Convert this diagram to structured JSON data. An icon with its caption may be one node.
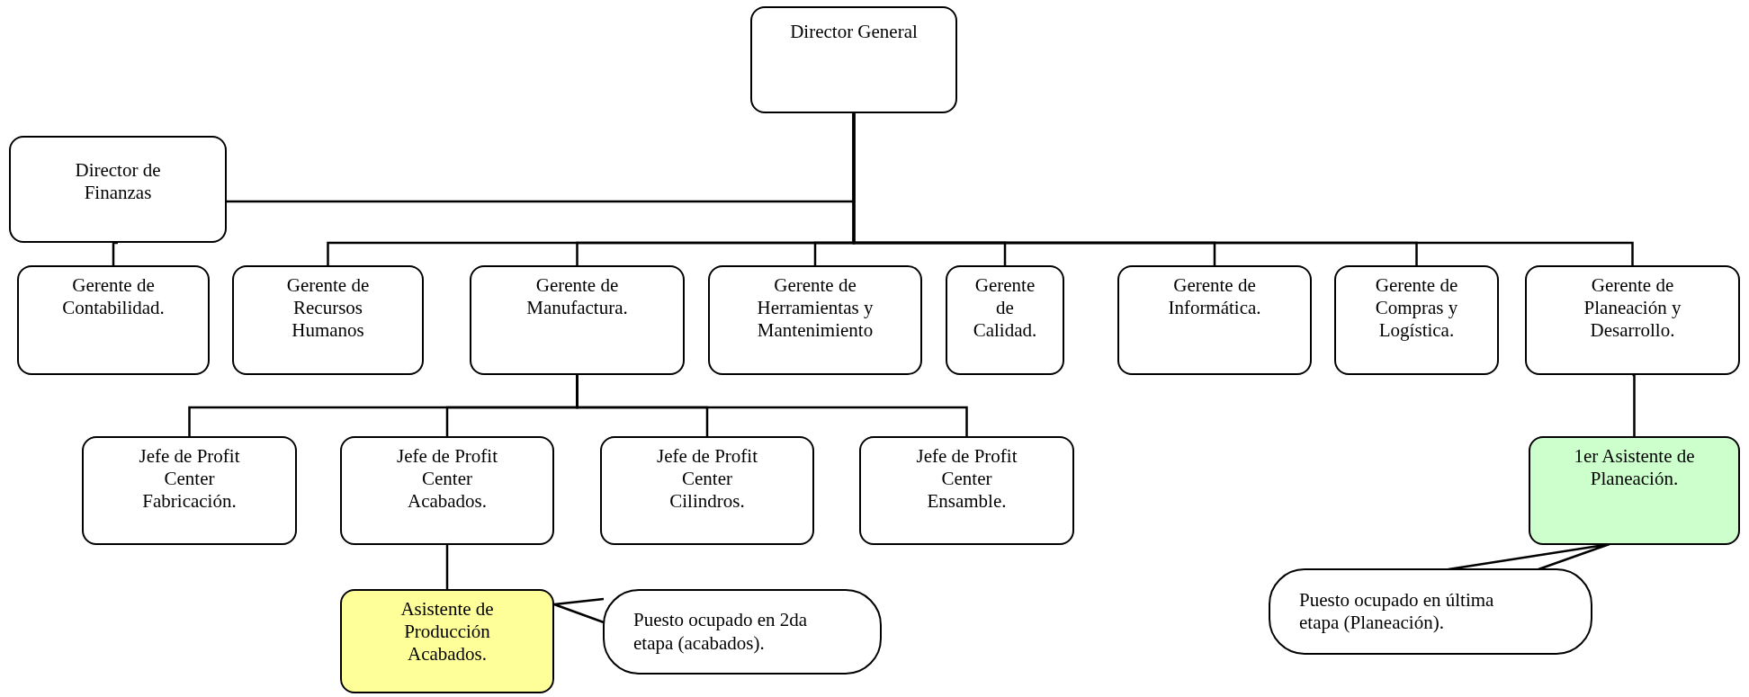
{
  "diagram": {
    "nodes": [
      {
        "text": [
          "Director General"
        ]
      },
      {
        "text": [
          "Director de Finanzas"
        ]
      },
      {
        "text": [
          "Gerente de Contabilidad."
        ]
      },
      {
        "text": [
          "Gerente de Recursos Humanos"
        ]
      },
      {
        "text": [
          "Gerente de Manufactura."
        ]
      },
      {
        "text": [
          "Gerente de Herramientas y Mantenimiento"
        ]
      },
      {
        "text": [
          "Gerente de Calidad."
        ]
      },
      {
        "text": [
          "Gerente de Informática."
        ]
      },
      {
        "text": [
          "Gerente de Compras y Logística."
        ]
      },
      {
        "text": [
          "Gerente de Planeación y Desarrollo."
        ]
      },
      {
        "text": [
          "Jefe de Profit Center Fabricación."
        ]
      },
      {
        "text": [
          "Jefe de Profit Center Acabados."
        ]
      },
      {
        "text": [
          "Jefe de Profit Center Cilindros."
        ]
      },
      {
        "text": [
          "Jefe de Profit Center Ensamble."
        ]
      },
      {
        "text": [
          "1er Asistente de Planeación."
        ]
      },
      {
        "text": [
          "Asistente de Producción Acabados."
        ]
      },
      {
        "text": [
          "Puesto ocupado en 2da etapa (acabados)."
        ]
      },
      {
        "text": [
          "Puesto ocupado en última etapa (Planeación)."
        ]
      }
    ],
    "edges": [
      {
        "from": 0,
        "to": 1,
        "arrow": "none"
      },
      {
        "from": 0,
        "to": 3,
        "arrow": "none"
      },
      {
        "from": 0,
        "to": 4,
        "arrow": "none"
      },
      {
        "from": 0,
        "to": 5,
        "arrow": "none"
      },
      {
        "from": 0,
        "to": 6,
        "arrow": "none"
      },
      {
        "from": 0,
        "to": 7,
        "arrow": "none"
      },
      {
        "from": 0,
        "to": 8,
        "arrow": "none"
      },
      {
        "from": 0,
        "to": 9,
        "arrow": "none"
      },
      {
        "from": 1,
        "to": 2,
        "arrow": "none"
      },
      {
        "from": 4,
        "to": 10,
        "arrow": "none"
      },
      {
        "from": 4,
        "to": 11,
        "arrow": "none"
      },
      {
        "from": 4,
        "to": 12,
        "arrow": "none"
      },
      {
        "from": 4,
        "to": 13,
        "arrow": "none"
      },
      {
        "from": 11,
        "to": 15,
        "arrow": "none"
      },
      {
        "from": 9,
        "to": 14,
        "arrow": "none"
      },
      {
        "from": 16,
        "to": 15,
        "arrow": "none"
      },
      {
        "from": 17,
        "to": 14,
        "arrow": "none"
      }
    ]
  }
}
